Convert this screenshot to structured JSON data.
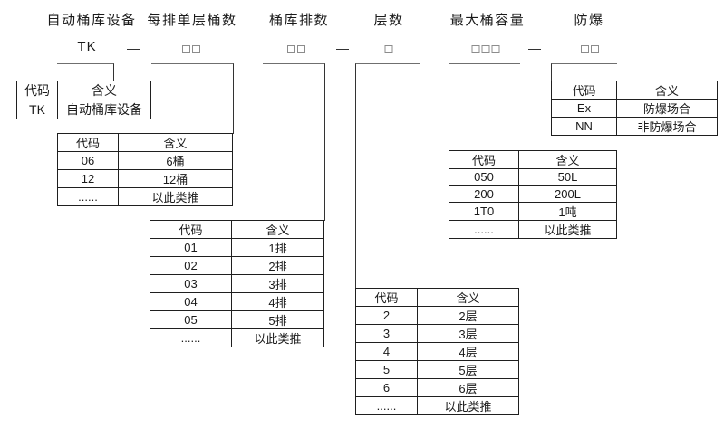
{
  "field_labels": [
    "自动桶库设备",
    "每排单层桶数",
    "桶库排数",
    "层数",
    "最大桶容量",
    "防爆"
  ],
  "code_line": {
    "prefix": "TK",
    "dash": "—",
    "box_counts": {
      "barrels_per_row": 2,
      "row_count": 2,
      "layer_count": 1,
      "capacity": 3,
      "explosion_proof": 2
    }
  },
  "tables": {
    "device": {
      "headers": [
        "代码",
        "含义"
      ],
      "rows": [
        [
          "TK",
          "自动桶库设备"
        ]
      ]
    },
    "barrels_per_row": {
      "headers": [
        "代码",
        "含义"
      ],
      "rows": [
        [
          "06",
          "6桶"
        ],
        [
          "12",
          "12桶"
        ],
        [
          "......",
          "以此类推"
        ]
      ]
    },
    "row_count": {
      "headers": [
        "代码",
        "含义"
      ],
      "rows": [
        [
          "01",
          "1排"
        ],
        [
          "02",
          "2排"
        ],
        [
          "03",
          "3排"
        ],
        [
          "04",
          "4排"
        ],
        [
          "05",
          "5排"
        ],
        [
          "......",
          "以此类推"
        ]
      ]
    },
    "layer_count": {
      "headers": [
        "代码",
        "含义"
      ],
      "rows": [
        [
          "2",
          "2层"
        ],
        [
          "3",
          "3层"
        ],
        [
          "4",
          "4层"
        ],
        [
          "5",
          "5层"
        ],
        [
          "6",
          "6层"
        ],
        [
          "......",
          "以此类推"
        ]
      ]
    },
    "capacity": {
      "headers": [
        "代码",
        "含义"
      ],
      "rows": [
        [
          "050",
          "50L"
        ],
        [
          "200",
          "200L"
        ],
        [
          "1T0",
          "1吨"
        ],
        [
          "......",
          "以此类推"
        ]
      ]
    },
    "explosion_proof": {
      "headers": [
        "代码",
        "含义"
      ],
      "rows": [
        [
          "Ex",
          "防爆场合"
        ],
        [
          "NN",
          "非防爆场合"
        ]
      ]
    }
  }
}
